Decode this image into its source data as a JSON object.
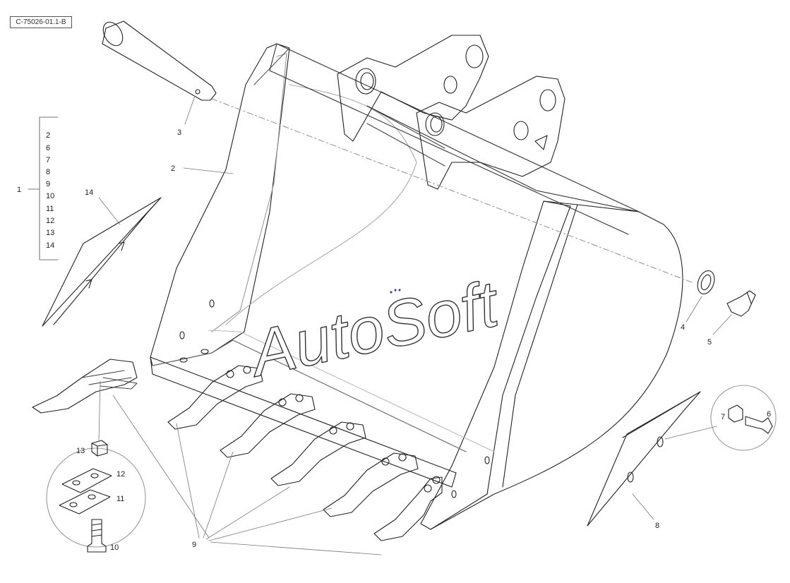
{
  "drawing_ref": "C-75026-01.1-B",
  "watermark": "AutoSoft",
  "kit": {
    "label": "1",
    "items": [
      "2",
      "6",
      "7",
      "8",
      "9",
      "10",
      "11",
      "12",
      "13",
      "14"
    ]
  },
  "callouts": {
    "c2": "2",
    "c3": "3",
    "c4": "4",
    "c5": "5",
    "c6": "6",
    "c7": "7",
    "c8": "8",
    "c9": "9",
    "c10": "10",
    "c11": "11",
    "c12": "12",
    "c13": "13",
    "c14": "14"
  }
}
